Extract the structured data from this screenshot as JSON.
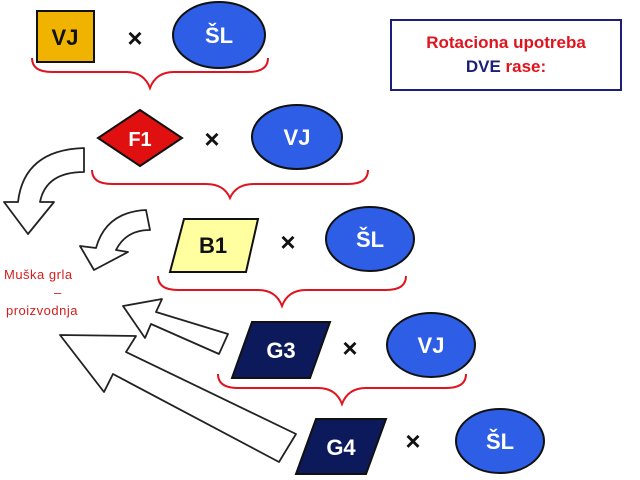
{
  "title": {
    "line1": "Rotaciona upotreba",
    "line2_part1": "DVE",
    "line2_part2": "rase:"
  },
  "side_label": {
    "line1": "Muška grla",
    "line2": "–",
    "line3": "proizvodnja"
  },
  "crosses": [
    {
      "left": "VJ",
      "symbol": "×",
      "right": "ŠL"
    },
    {
      "left": "F1",
      "symbol": "×",
      "right": "VJ"
    },
    {
      "left": "B1",
      "symbol": "×",
      "right": "ŠL"
    },
    {
      "left": "G3",
      "symbol": "×",
      "right": "VJ"
    },
    {
      "left": "G4",
      "symbol": "×",
      "right": "ŠL"
    }
  ],
  "colors": {
    "breed_vj": "#f0b400",
    "breed_sl": "#2e5de6",
    "f1": "#e01010",
    "b1": "#ffffa0",
    "g_generations": "#0c1a5c",
    "brace": "#e0141e",
    "title_red": "#e0141e",
    "title_navy": "#1b1f7a"
  }
}
